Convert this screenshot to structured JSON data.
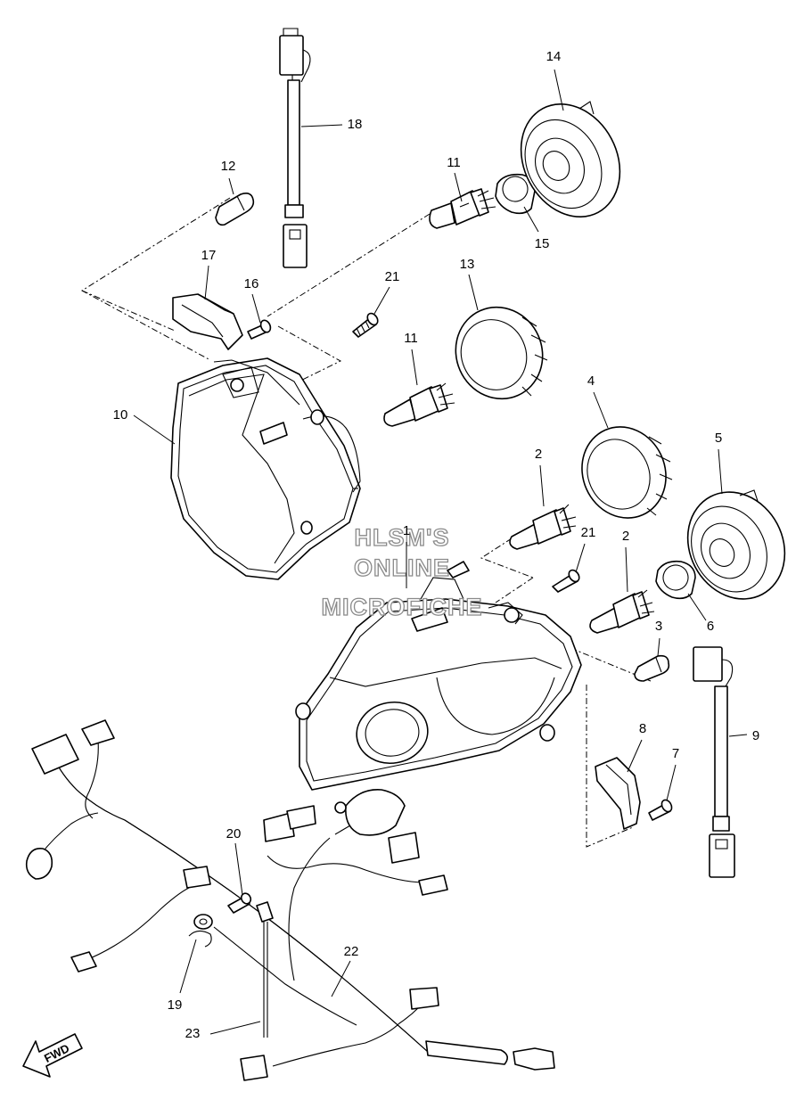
{
  "callouts": [
    {
      "id": "c14",
      "label": "14"
    },
    {
      "id": "c18",
      "label": "18"
    },
    {
      "id": "c12",
      "label": "12"
    },
    {
      "id": "c11a",
      "label": "11"
    },
    {
      "id": "c15",
      "label": "15"
    },
    {
      "id": "c17",
      "label": "17"
    },
    {
      "id": "c16",
      "label": "16"
    },
    {
      "id": "c21a",
      "label": "21"
    },
    {
      "id": "c13",
      "label": "13"
    },
    {
      "id": "c11b",
      "label": "11"
    },
    {
      "id": "c10",
      "label": "10"
    },
    {
      "id": "c4",
      "label": "4"
    },
    {
      "id": "c5",
      "label": "5"
    },
    {
      "id": "c2a",
      "label": "2"
    },
    {
      "id": "c21b",
      "label": "21"
    },
    {
      "id": "c2b",
      "label": "2"
    },
    {
      "id": "c1",
      "label": "1"
    },
    {
      "id": "c6",
      "label": "6"
    },
    {
      "id": "c3",
      "label": "3"
    },
    {
      "id": "c8",
      "label": "8"
    },
    {
      "id": "c7",
      "label": "7"
    },
    {
      "id": "c9",
      "label": "9"
    },
    {
      "id": "c20",
      "label": "20"
    },
    {
      "id": "c22",
      "label": "22"
    },
    {
      "id": "c19",
      "label": "19"
    },
    {
      "id": "c23",
      "label": "23"
    }
  ],
  "watermark": {
    "line1": "HLSM'S",
    "line2": "ONLINE",
    "line3": "MICROFICHE"
  },
  "fwd_label": "FWD"
}
